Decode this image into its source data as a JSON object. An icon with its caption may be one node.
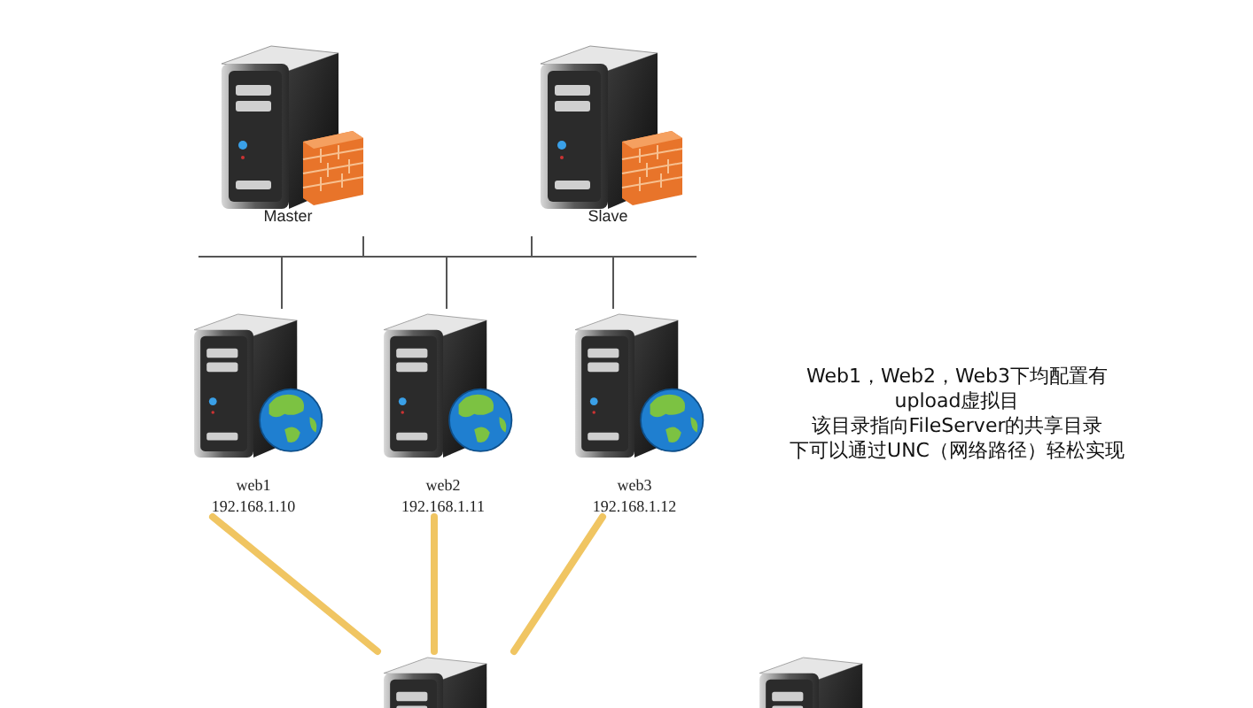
{
  "diagram": {
    "nodes": [
      {
        "text": [
          "Master"
        ]
      },
      {
        "text": [
          "Slave"
        ]
      },
      {
        "text": [
          "web1",
          "192.168.1.10"
        ]
      },
      {
        "text": [
          "web2",
          "192.168.1.11"
        ]
      },
      {
        "text": [
          "web3",
          "192.168.1.12"
        ]
      },
      {
        "text": [],
        "shape": "picture"
      },
      {
        "text": [],
        "shape": "picture"
      }
    ],
    "edges": [
      {
        "from": 0,
        "to": 2,
        "arrow": "none"
      },
      {
        "from": 0,
        "to": 3,
        "arrow": "none"
      },
      {
        "from": 0,
        "to": 4,
        "arrow": "none"
      },
      {
        "from": 1,
        "to": 2,
        "arrow": "none"
      },
      {
        "from": 1,
        "to": 3,
        "arrow": "none"
      },
      {
        "from": 1,
        "to": 4,
        "arrow": "none"
      },
      {
        "from": 2,
        "to": 5,
        "arrow": "none",
        "style": "thick",
        "color": "#f0c562"
      },
      {
        "from": 3,
        "to": 5,
        "arrow": "none",
        "style": "thick",
        "color": "#f0c562"
      },
      {
        "from": 4,
        "to": 5,
        "arrow": "none",
        "style": "thick",
        "color": "#f0c562"
      }
    ],
    "labels": [
      "Web1，Web2，Web3下均配置有upload虚拟目",
      "该目录指向FileServer的共享目录",
      "下可以通过UNC（网络路径）轻松实现"
    ]
  }
}
